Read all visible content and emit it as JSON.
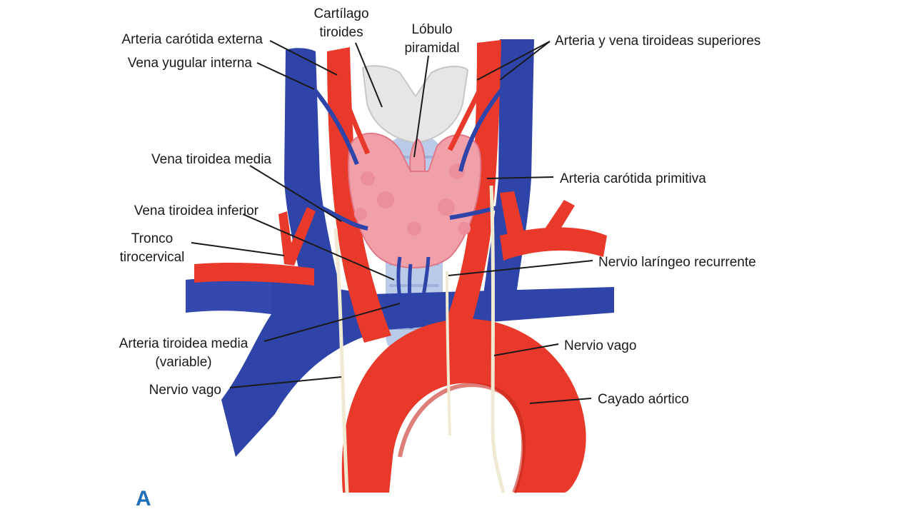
{
  "panel_letter": "A",
  "colors": {
    "artery": "#e8392b",
    "artery_dark": "#c62a1e",
    "vein": "#2f44a8",
    "vein_dark": "#1f2f86",
    "thyroid": "#f1a0aa",
    "thyroid_dark": "#e07888",
    "cartilage": "#e6e6e6",
    "trachea": "#b9cbe8",
    "nerve": "#f1ead2",
    "panel_letter": "#1f6fb8"
  },
  "labels": {
    "cartilago_1": "Cartílago",
    "cartilago_2": "tiroides",
    "lobulo_1": "Lóbulo",
    "lobulo_2": "piramidal",
    "arteria_carotida_externa": "Arteria carótida externa",
    "vena_yugular_interna": "Vena yugular interna",
    "arteria_vena_tiroideas_superiores": "Arteria y vena tiroideas superiores",
    "vena_tiroidea_media": "Vena tiroidea media",
    "arteria_carotida_primitiva": "Arteria carótida primitiva",
    "vena_tiroidea_inferior": "Vena tiroidea inferior",
    "tronco_1": "Tronco",
    "tronco_2": "tirocervical",
    "nervio_laringeo_recurrente": "Nervio laríngeo recurrente",
    "arteria_tiroidea_media_1": "Arteria tiroidea media",
    "arteria_tiroidea_media_2": "(variable)",
    "nervio_vago_left": "Nervio vago",
    "nervio_vago_right": "Nervio vago",
    "cayado_aortico": "Cayado aórtico"
  }
}
